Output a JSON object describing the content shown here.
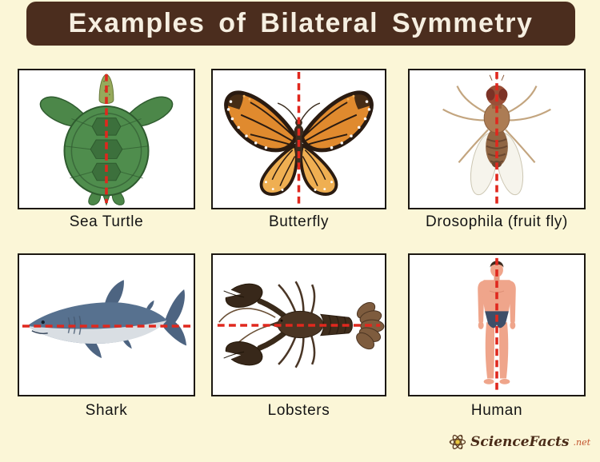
{
  "header": {
    "title": "Examples of Bilateral Symmetry"
  },
  "panels": [
    {
      "label": "Sea Turtle",
      "subject": "sea-turtle",
      "symmetry_axis": "vertical"
    },
    {
      "label": "Butterfly",
      "subject": "butterfly",
      "symmetry_axis": "vertical"
    },
    {
      "label": "Drosophila (fruit fly)",
      "subject": "drosophila-fruit-fly",
      "symmetry_axis": "vertical"
    },
    {
      "label": "Shark",
      "subject": "shark",
      "symmetry_axis": "horizontal"
    },
    {
      "label": "Lobsters",
      "subject": "lobster",
      "symmetry_axis": "horizontal"
    },
    {
      "label": "Human",
      "subject": "human",
      "symmetry_axis": "vertical"
    }
  ],
  "footer": {
    "brand": "ScienceFacts",
    "suffix": ".net"
  },
  "colors": {
    "background": "#FBF6D7",
    "header_bg": "#4B2D1E",
    "header_text": "#F6EFE1",
    "panel_border": "#1C1812",
    "symmetry_line": "#E0281E"
  }
}
